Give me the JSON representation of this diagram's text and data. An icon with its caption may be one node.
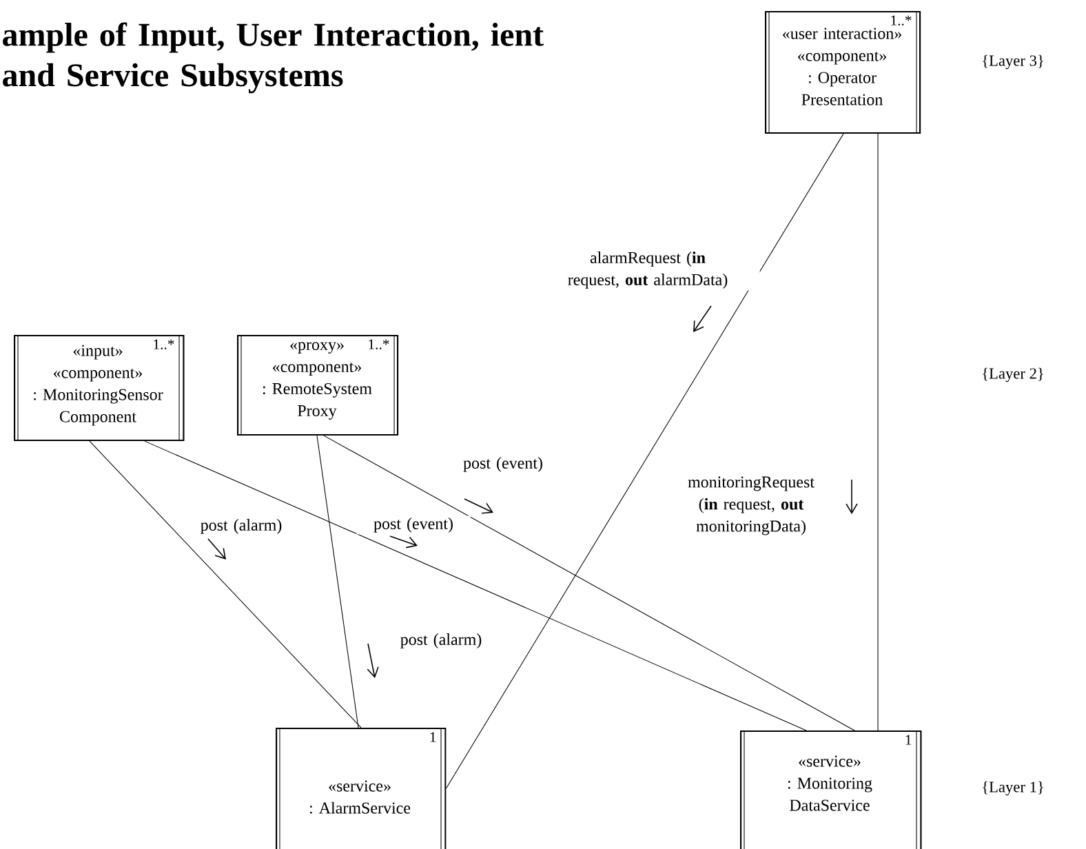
{
  "diagram": {
    "title": "ample of Input, User Interaction, ient and Service Subsystems",
    "nodes": [
      {
        "text": [
          "1..*",
          "«user interaction»",
          "«component»",
          ": Operator Presentation"
        ]
      },
      {
        "text": [
          "«input»",
          "1..*",
          "«component»",
          ": MonitoringSensor Component"
        ]
      },
      {
        "text": [
          "«proxy»",
          "1..*",
          "«component»",
          ": RemoteSystem Proxy"
        ]
      },
      {
        "text": [
          "1",
          "«service»",
          ": AlarmService"
        ]
      },
      {
        "text": [
          "1",
          "«service»",
          ": Monitoring DataService"
        ]
      }
    ],
    "edges": [
      {
        "from": 1,
        "to": 3,
        "arrow": "none",
        "label": "post (alarm)"
      },
      {
        "from": 2,
        "to": 3,
        "arrow": "none",
        "label": "post (alarm)"
      },
      {
        "from": 1,
        "to": 4,
        "arrow": "none",
        "label": "post (event)"
      },
      {
        "from": 2,
        "to": 4,
        "arrow": "none",
        "label": "post (event)"
      },
      {
        "from": 0,
        "to": 3,
        "arrow": "none",
        "label": "alarmRequest (**in** request, **out** alarmData)"
      },
      {
        "from": 0,
        "to": 4,
        "arrow": "none",
        "label": "monitoringRequest (**in** request, **out** monitoringData)"
      }
    ],
    "labels": [
      "{Layer 3}",
      "{Layer 2}",
      "{Layer 1}"
    ]
  }
}
